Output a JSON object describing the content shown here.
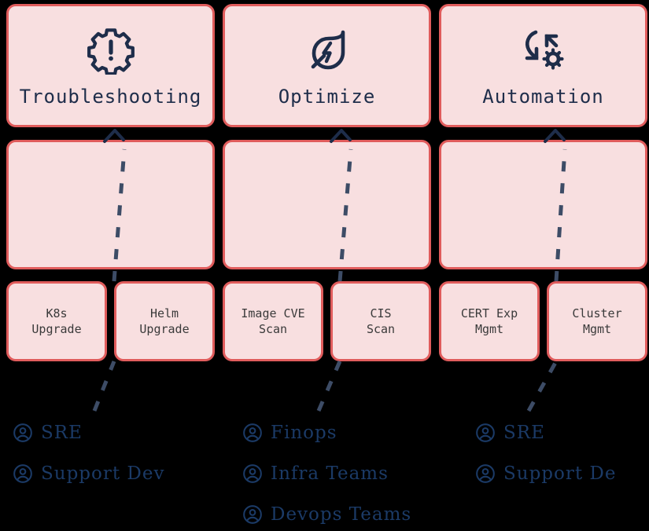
{
  "theme": {
    "background": "#000000",
    "box_fill": "#f8dfe0",
    "box_border": "#e05c5c",
    "icon_color": "#1e2d4a",
    "title_color": "#1e2d4a",
    "leaf_text_color": "#3a3a3a",
    "connector_color": "#3d4c66",
    "persona_text_color": "#1b3a66"
  },
  "columns": [
    {
      "id": "troubleshooting",
      "header": {
        "title": "Troubleshooting",
        "icon": "gear-exclamation-icon"
      },
      "middle": {
        "title": ""
      },
      "leaves": [
        {
          "title": "K8s\nUpgrade"
        },
        {
          "title": "Helm\nUpgrade"
        }
      ],
      "personas": [
        {
          "label": "SRE",
          "icon": "user-circle-icon"
        },
        {
          "label": "Support Dev",
          "icon": "user-circle-icon"
        }
      ]
    },
    {
      "id": "optimize",
      "header": {
        "title": "Optimize",
        "icon": "leaf-bolt-icon"
      },
      "middle": {
        "title": ""
      },
      "leaves": [
        {
          "title": "Image CVE\nScan"
        },
        {
          "title": "CIS\nScan"
        }
      ],
      "personas": [
        {
          "label": "Finops",
          "icon": "user-circle-icon"
        },
        {
          "label": "Infra Teams",
          "icon": "user-circle-icon"
        },
        {
          "label": "Devops Teams",
          "icon": "user-circle-icon"
        }
      ]
    },
    {
      "id": "automation",
      "header": {
        "title": "Automation",
        "icon": "refresh-gear-icon"
      },
      "middle": {
        "title": ""
      },
      "leaves": [
        {
          "title": "CERT Exp\nMgmt"
        },
        {
          "title": "Cluster\nMgmt"
        }
      ],
      "personas": [
        {
          "label": "SRE",
          "icon": "user-circle-icon"
        },
        {
          "label": "Support De",
          "icon": "user-circle-icon"
        }
      ]
    }
  ]
}
